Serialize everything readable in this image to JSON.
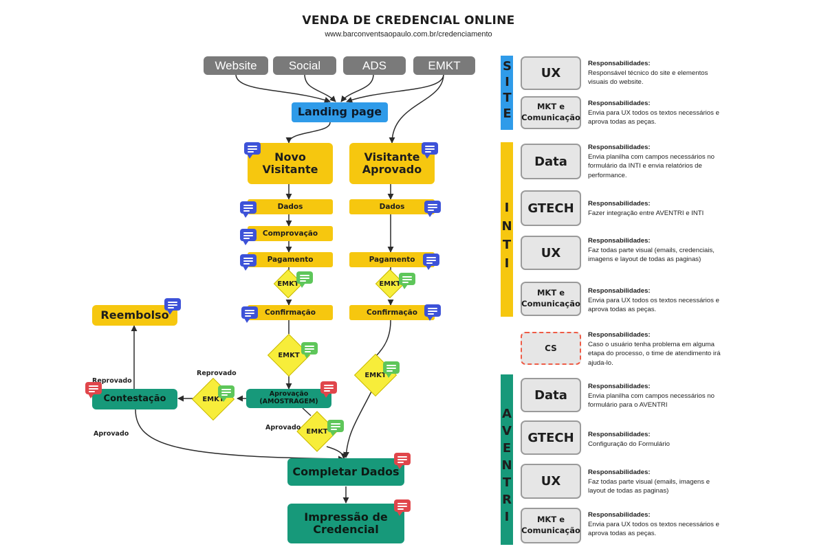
{
  "header": {
    "title": "VENDA DE CREDENCIAL ONLINE",
    "subtitle": "www.barconventsaopaulo.com.br/credenciamento"
  },
  "sources": [
    "Website",
    "Social",
    "ADS",
    "EMKT"
  ],
  "flow": {
    "landing": "Landing page",
    "novo": [
      "Novo",
      "Visitante"
    ],
    "aprovado": [
      "Visitante",
      "Aprovado"
    ],
    "dados": "Dados",
    "comprovacao": "Comprovação",
    "pagamento": "Pagamento",
    "confirmacao": "Confirmação",
    "emkt": "EMKT",
    "reembolso": "Reembolso",
    "contestacao": "Contestação",
    "aprovacao": [
      "Aprovação",
      "(AMOSTRAGEM)"
    ],
    "completar": "Completar Dados",
    "impressao": [
      "Impressão de",
      "Credencial"
    ],
    "reprovado": "Reprovado",
    "aprovado_label": "Aprovado"
  },
  "teams": [
    {
      "band": "SITE",
      "color": "#2f9be9",
      "roles": [
        {
          "name": "UX",
          "heading": "Responsabilidades:",
          "text": "Responsável técnico do site e elementos visuais do website."
        },
        {
          "name": "MKT e Comunicação",
          "heading": "Responsabilidades:",
          "text": "Envia para UX todos os textos necessários e aprova todas as peças."
        }
      ]
    },
    {
      "band": "INTI",
      "color": "#f6c70f",
      "roles": [
        {
          "name": "Data",
          "heading": "Responsabilidades:",
          "text": "Envia planilha com campos necessários no formulário da INTI e envia relatórios de performance."
        },
        {
          "name": "GTECH",
          "heading": "Responsabilidades:",
          "text": "Fazer integração entre AVENTRI e INTI"
        },
        {
          "name": "UX",
          "heading": "Responsabilidades:",
          "text": "Faz todas parte visual (emails, credenciais, imagens e layout de todas as paginas)"
        },
        {
          "name": "MKT e Comunicação",
          "heading": "Responsabilidades:",
          "text": "Envia para UX todos os textos necessários e aprova todas as peças."
        }
      ]
    },
    {
      "band": "",
      "color": "",
      "roles": [
        {
          "name": "CS",
          "heading": "Responsabilidades:",
          "text": "Caso o usuário tenha problema em alguma etapa do processo, o time de atendimento irá ajuda-lo."
        }
      ]
    },
    {
      "band": "AVENTRI",
      "color": "#17997a",
      "roles": [
        {
          "name": "Data",
          "heading": "Responsabilidades:",
          "text": "Envia planilha com campos necessários no formulário para o AVENTRI"
        },
        {
          "name": "GTECH",
          "heading": "Responsabilidades:",
          "text": "Configuração do Formulário"
        },
        {
          "name": "UX",
          "heading": "Responsabilidades:",
          "text": "Faz todas parte visual (emails, imagens e layout de todas as paginas)"
        },
        {
          "name": "MKT e Comunicação",
          "heading": "Responsabilidades:",
          "text": "Envia para UX todos os textos necessários e aprova todas as peças."
        }
      ]
    }
  ]
}
